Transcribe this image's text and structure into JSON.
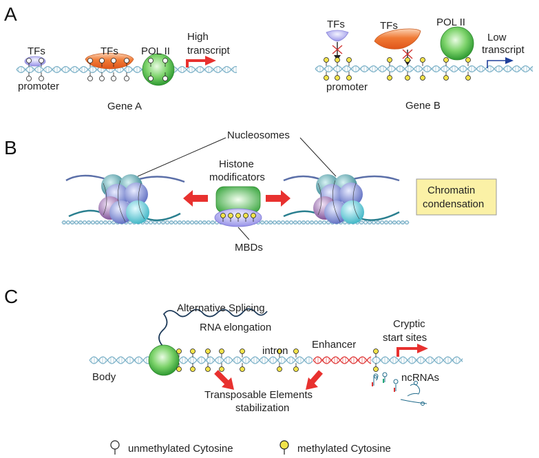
{
  "panel_a": {
    "letter": "A",
    "gene_a": {
      "tfs_1": "TFs",
      "tfs_2": "TFs",
      "pol": "POL II",
      "transcript_1": "High",
      "transcript_2": "transcript",
      "promoter": "promoter",
      "gene": "Gene A"
    },
    "gene_b": {
      "tfs_1": "TFs",
      "tfs_2": "TFs",
      "pol": "POL II",
      "transcript_1": "Low",
      "transcript_2": "transcript",
      "promoter": "promoter",
      "gene": "Gene B"
    }
  },
  "panel_b": {
    "letter": "B",
    "nucleosomes": "Nucleosomes",
    "histone_1": "Histone",
    "histone_2": "modificators",
    "mbds": "MBDs",
    "chromatin_1": "Chromatin",
    "chromatin_2": "condensation"
  },
  "panel_c": {
    "letter": "C",
    "alt_splicing": "Alternative Splicing",
    "rna_elongation": "RNA elongation",
    "intron": "intron",
    "enhancer": "Enhancer",
    "cryptic_1": "Cryptic",
    "cryptic_2": "start sites",
    "body": "Body",
    "te_1": "Transposable Elements",
    "te_2": "stabilization",
    "ncrnas": "ncRNAs"
  },
  "legend": {
    "unmethylated": "unmethylated Cytosine",
    "methylated": "methylated Cytosine"
  },
  "colors": {
    "dna": "#7fb3c9",
    "methylated": "#f2e34a",
    "tf_blue": "#a7a4ec",
    "tf_orange": "#f07a35",
    "pol_green": "#4fbf4f",
    "arrow_red": "#e8312f",
    "arrow_blue": "#1f3f9a",
    "enhancer_red": "#e03a3a",
    "chromatin_box": "#fbf1a6"
  }
}
